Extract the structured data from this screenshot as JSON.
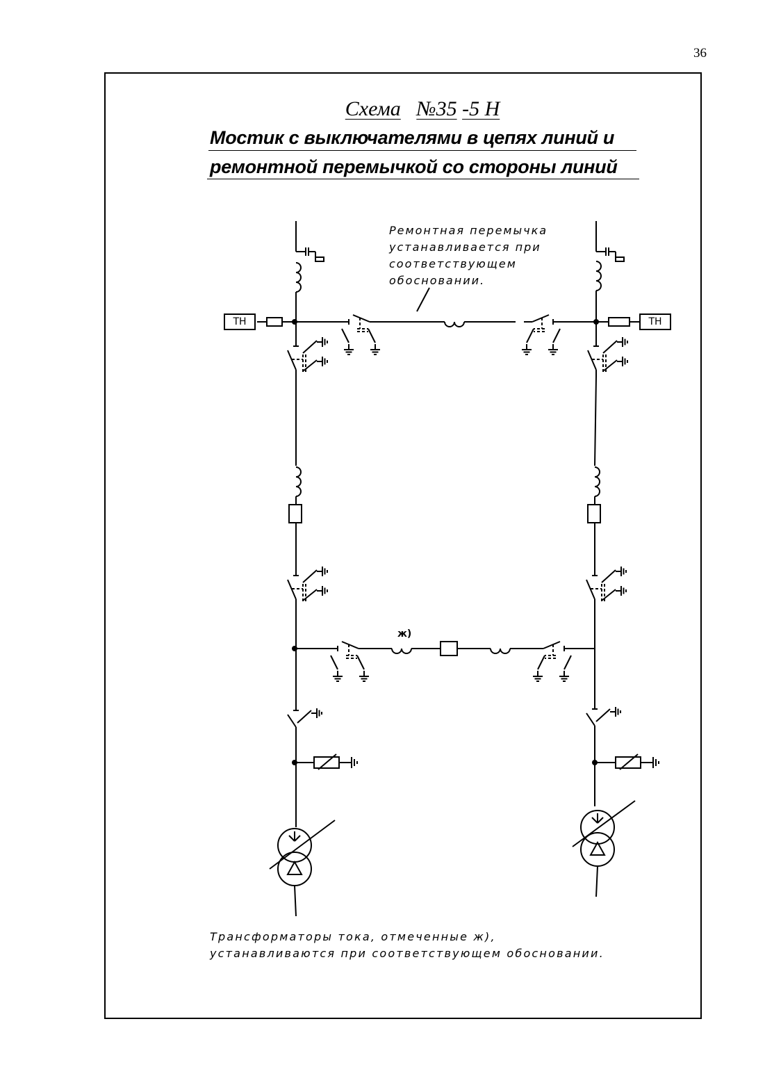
{
  "page": {
    "number": "36"
  },
  "title": {
    "scheme_label": "Схема",
    "scheme_number": "№35",
    "scheme_suffix": "-5 Н",
    "line1": "Мостик с выключателями в цепях линий и",
    "line2": "ремонтной перемычкой со стороны линий"
  },
  "diagram": {
    "labels": {
      "voltage_transformer_left": "ТН",
      "voltage_transformer_right": "ТН",
      "optional_ct_mark": "ж)"
    },
    "note_top": [
      "Ремонтная перемычка",
      "устанавливается при",
      "соответствующем",
      "обосновании."
    ],
    "note_bottom": [
      "Трансформаторы тока, отмеченные ж),",
      "устанавливаются при соответствующем обосновании."
    ]
  }
}
